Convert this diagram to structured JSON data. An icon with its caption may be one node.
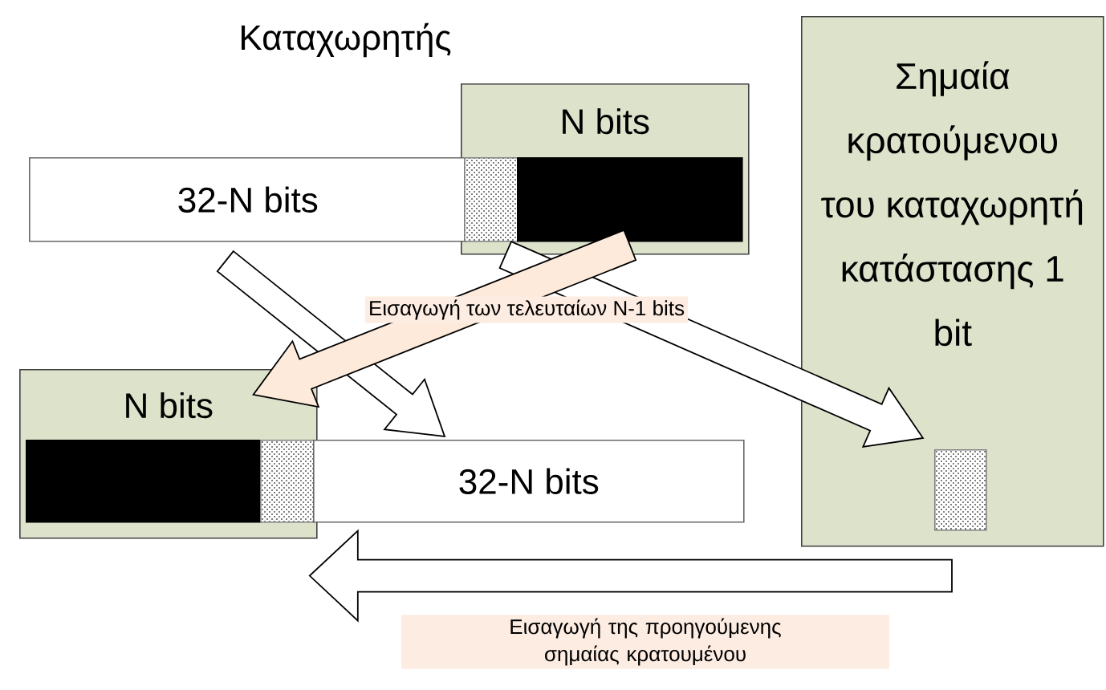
{
  "diagram": {
    "title": "Καταχωρητής",
    "nodes": [
      {
        "text": [
          "N bits"
        ]
      },
      {
        "text": [
          "32-N bits"
        ]
      },
      {
        "text": [],
        "shape": "box",
        "in": 0
      },
      {
        "text": [],
        "shape": "box",
        "in": 0
      },
      {
        "text": [
          "Σημαία κρατούμενου του καταχωρητή κατάστασης 1 bit"
        ]
      },
      {
        "text": [],
        "shape": "box",
        "in": 4
      },
      {
        "text": [
          "N bits"
        ]
      },
      {
        "text": [],
        "shape": "box",
        "in": 6
      },
      {
        "text": [],
        "shape": "box",
        "in": 6
      },
      {
        "text": [
          "32-N bits"
        ]
      }
    ],
    "edges": [
      {
        "from": 1,
        "to": 9,
        "arrow": "to"
      },
      {
        "from": 2,
        "to": 5,
        "arrow": "to"
      },
      {
        "from": 3,
        "to": 6,
        "arrow": "to",
        "color": "#fdeada",
        "label": "Εισαγωγή των τελευταίων N-1 bits"
      },
      {
        "from": 4,
        "to": 8,
        "arrow": "to",
        "label": "Εισαγωγή της προηγούμενης σημαίας κρατουμένου"
      }
    ]
  }
}
